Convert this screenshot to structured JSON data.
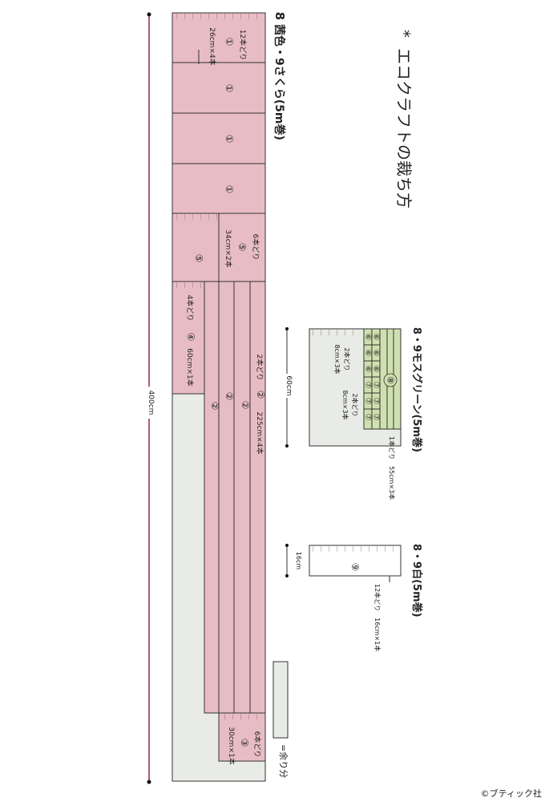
{
  "diagram": {
    "title": "エコクラフトの裁ち方",
    "title_mark": "*",
    "credit": "©ブティック社",
    "sections": {
      "main": {
        "heading_num": "8",
        "heading_text": "茜色・9さくら(5m巻)",
        "total_length": "400cm",
        "strips": {
          "s1": {
            "num": "①",
            "count": "12本どり",
            "spec": "26cm×4本"
          },
          "s5": {
            "num": "⑤",
            "count": "6本どり",
            "spec": "34cm×2本"
          },
          "s4": {
            "num": "④",
            "count": "4本どり",
            "spec": "60cm×1本"
          },
          "s2": {
            "num": "②",
            "count": "2本どり",
            "spec": "225cm×4本"
          },
          "s3": {
            "num": "③",
            "count": "6本どり",
            "spec": "30cm×1本"
          }
        },
        "legend_text": "=余り分"
      },
      "green": {
        "heading_text": "8・9モスグリーン(5m巻)",
        "length": "60cm",
        "notes": {
          "n6": "2本どり",
          "n6b": "8cm×3本",
          "n7": "2本どり",
          "n7b": "8cm×3本",
          "n8": "1本どり　55cm×3本"
        },
        "labels": {
          "six": "⑥",
          "seven": "⑦",
          "eight": "⑧"
        }
      },
      "white": {
        "heading_text": "8・9白(5m巻)",
        "length": "16cm",
        "num": "⑨",
        "note": "12本どり　16cm×1本"
      }
    },
    "colors": {
      "pink": "#e8bcc5",
      "green": "#cfe0b0",
      "grey": "#e9ebe6",
      "accent": "#8a1b2d",
      "title_mark": "#c0392b"
    }
  }
}
